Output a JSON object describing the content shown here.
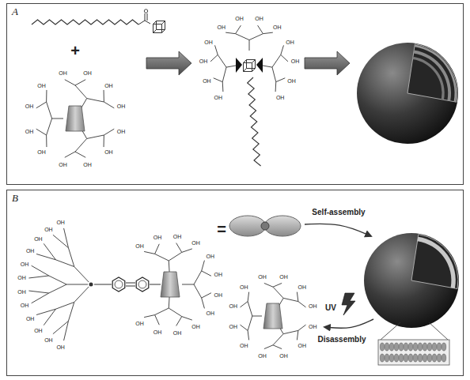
{
  "diagram": {
    "nodes": [
      {
        "text": [
          "A"
        ]
      },
      {
        "text": [
          "B"
        ]
      }
    ],
    "labels": [
      "+",
      "=",
      "Self-assembly",
      "UV",
      "Disassembly",
      "OH",
      "OH",
      "OH",
      "OH",
      "OH",
      "OH",
      "OH",
      "OH",
      "OH",
      "OH",
      "OH",
      "OH",
      "OH",
      "OH",
      "OH",
      "OH",
      "OH",
      "OH",
      "OH",
      "OH",
      "OH",
      "OH",
      "OH",
      "OH",
      "OH",
      "OH",
      "OH",
      "OH",
      "OH",
      "OH",
      "OH",
      "OH",
      "OH",
      "OH",
      "OH",
      "OH",
      "OH",
      "OH",
      "OH",
      "OH",
      "OH",
      "OH",
      "OH",
      "OH",
      "OH",
      "OH",
      "OH",
      "OH",
      "OH",
      "OH",
      "OH",
      "OH",
      "OH",
      "OH",
      "OH",
      "OH",
      "OH",
      "OH",
      "OH",
      "OH"
    ]
  }
}
